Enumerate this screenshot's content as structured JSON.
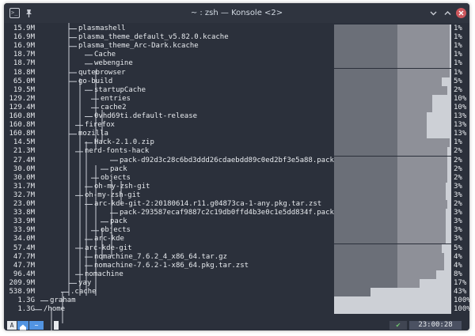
{
  "window": {
    "title": "~ : zsh — Konsole <2>",
    "app_icon_glyph": ">_"
  },
  "colors": {
    "bar_frame": "#6b6f78",
    "bar_fill": "#8e9098",
    "bar_light": "#cdd0d6",
    "close_button": "#cc575d",
    "prompt_accent": "#5294e2"
  },
  "rows": [
    {
      "size": "15.9M",
      "name": "plasmashell",
      "pct": "1%"
    },
    {
      "size": "16.9M",
      "name": "plasma_theme_default_v5.82.0.kcache",
      "pct": "1%"
    },
    {
      "size": "16.9M",
      "name": "plasma_theme_Arc-Dark.kcache",
      "pct": "1%"
    },
    {
      "size": "18.7M",
      "name": "Cache",
      "pct": "1%"
    },
    {
      "size": "18.7M",
      "name": "webengine",
      "pct": "1%"
    },
    {
      "size": "18.8M",
      "name": "qutebrowser",
      "pct": "1%"
    },
    {
      "size": "65.0M",
      "name": "go-build",
      "pct": "5%"
    },
    {
      "size": "19.5M",
      "name": "startupCache",
      "pct": "2%"
    },
    {
      "size": "129.2M",
      "name": "entries",
      "pct": "10%"
    },
    {
      "size": "129.4M",
      "name": "cache2",
      "pct": "10%"
    },
    {
      "size": "160.8M",
      "name": "0vhd69ti.default-release",
      "pct": "13%"
    },
    {
      "size": "160.8M",
      "name": "firefox",
      "pct": "13%"
    },
    {
      "size": "160.8M",
      "name": "mozilla",
      "pct": "13%"
    },
    {
      "size": "14.5M",
      "name": "Hack-2.1.0.zip",
      "pct": "1%"
    },
    {
      "size": "21.3M",
      "name": "nerd-fonts-hack",
      "pct": "2%"
    },
    {
      "size": "27.4M",
      "name": "pack-d92d3c28c6bd3ddd26cdaebdd89c0ed2bf3e5a88.pack",
      "pct": "2%"
    },
    {
      "size": "30.0M",
      "name": "pack",
      "pct": "2%"
    },
    {
      "size": "30.0M",
      "name": "objects",
      "pct": "2%"
    },
    {
      "size": "31.7M",
      "name": "oh-my-zsh-git",
      "pct": "3%"
    },
    {
      "size": "32.7M",
      "name": "oh-my-zsh-git",
      "pct": "3%"
    },
    {
      "size": "23.0M",
      "name": "arc-kde-git-2:20180614.r11.g04873ca-1-any.pkg.tar.zst",
      "pct": "2%"
    },
    {
      "size": "33.8M",
      "name": "pack-293587ecaf9887c2c19db0ffd4b3e0c1e5dd834f.pack",
      "pct": "3%"
    },
    {
      "size": "33.9M",
      "name": "pack",
      "pct": "3%"
    },
    {
      "size": "33.9M",
      "name": "objects",
      "pct": "3%"
    },
    {
      "size": "34.0M",
      "name": "arc-kde",
      "pct": "3%"
    },
    {
      "size": "57.4M",
      "name": "arc-kde-git",
      "pct": "5%"
    },
    {
      "size": "47.7M",
      "name": "nomachine_7.6.2_4_x86_64.tar.gz",
      "pct": "4%"
    },
    {
      "size": "47.7M",
      "name": "nomachine-7.6.2-1-x86_64.pkg.tar.zst",
      "pct": "4%"
    },
    {
      "size": "96.4M",
      "name": "nomachine",
      "pct": "8%"
    },
    {
      "size": "209.9M",
      "name": "yay",
      "pct": "17%"
    },
    {
      "size": "538.9M",
      "name": ".cache",
      "pct": "43%"
    },
    {
      "size": "1.3G",
      "name": "graham",
      "pct": "100%"
    },
    {
      "size": "1.3G",
      "name": "/home",
      "pct": "100%"
    }
  ],
  "prompt": {
    "user_glyph": "A",
    "home_glyph": "⌂",
    "dir": "~",
    "status_ok": "✔",
    "clock": "23:00:28"
  }
}
